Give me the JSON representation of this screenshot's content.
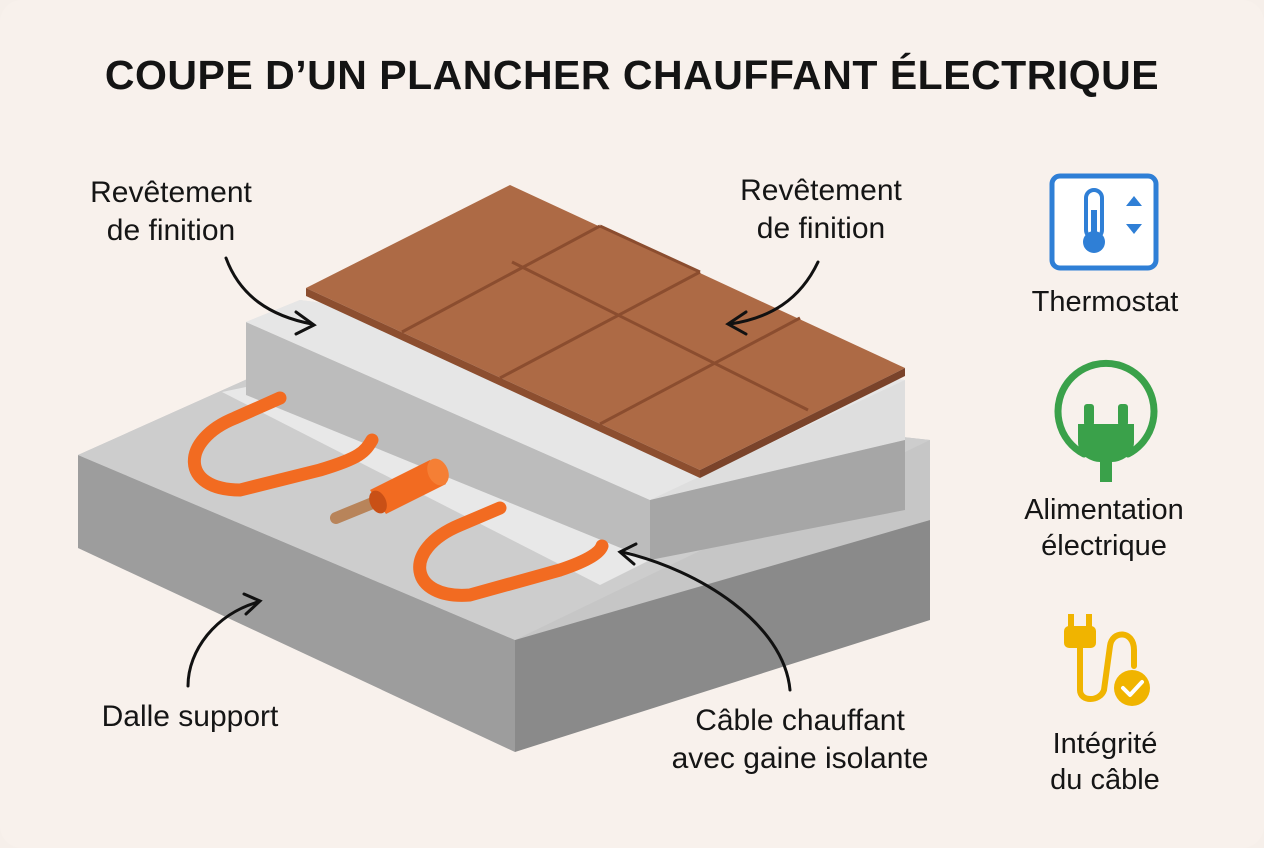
{
  "title": "COUPE D’UN PLANCHER CHAUFFANT ÉLECTRIQUE",
  "labels": {
    "finish_left": [
      "Revêtement",
      "de finition"
    ],
    "finish_right": [
      "Revêtement",
      "de finition"
    ],
    "slab": "Dalle support",
    "cable": [
      "Câble chauffant",
      "avec gaine isolante"
    ]
  },
  "legend": [
    {
      "icon": "thermostat-icon",
      "lines": [
        "Thermostat"
      ],
      "color": "#2f7fd6"
    },
    {
      "icon": "power-plug-icon",
      "lines": [
        "Alimentation",
        "électrique"
      ],
      "color": "#3aa14a"
    },
    {
      "icon": "cable-check-icon",
      "lines": [
        "Intégrité",
        "du câble"
      ],
      "color": "#f0b400"
    }
  ],
  "colors": {
    "tile": "#ad6a45",
    "tile_grout": "#8b4d2f",
    "cable": "#f26b21",
    "slab_top": "#c9c9c9",
    "mortar_top": "#e3e3e3"
  }
}
